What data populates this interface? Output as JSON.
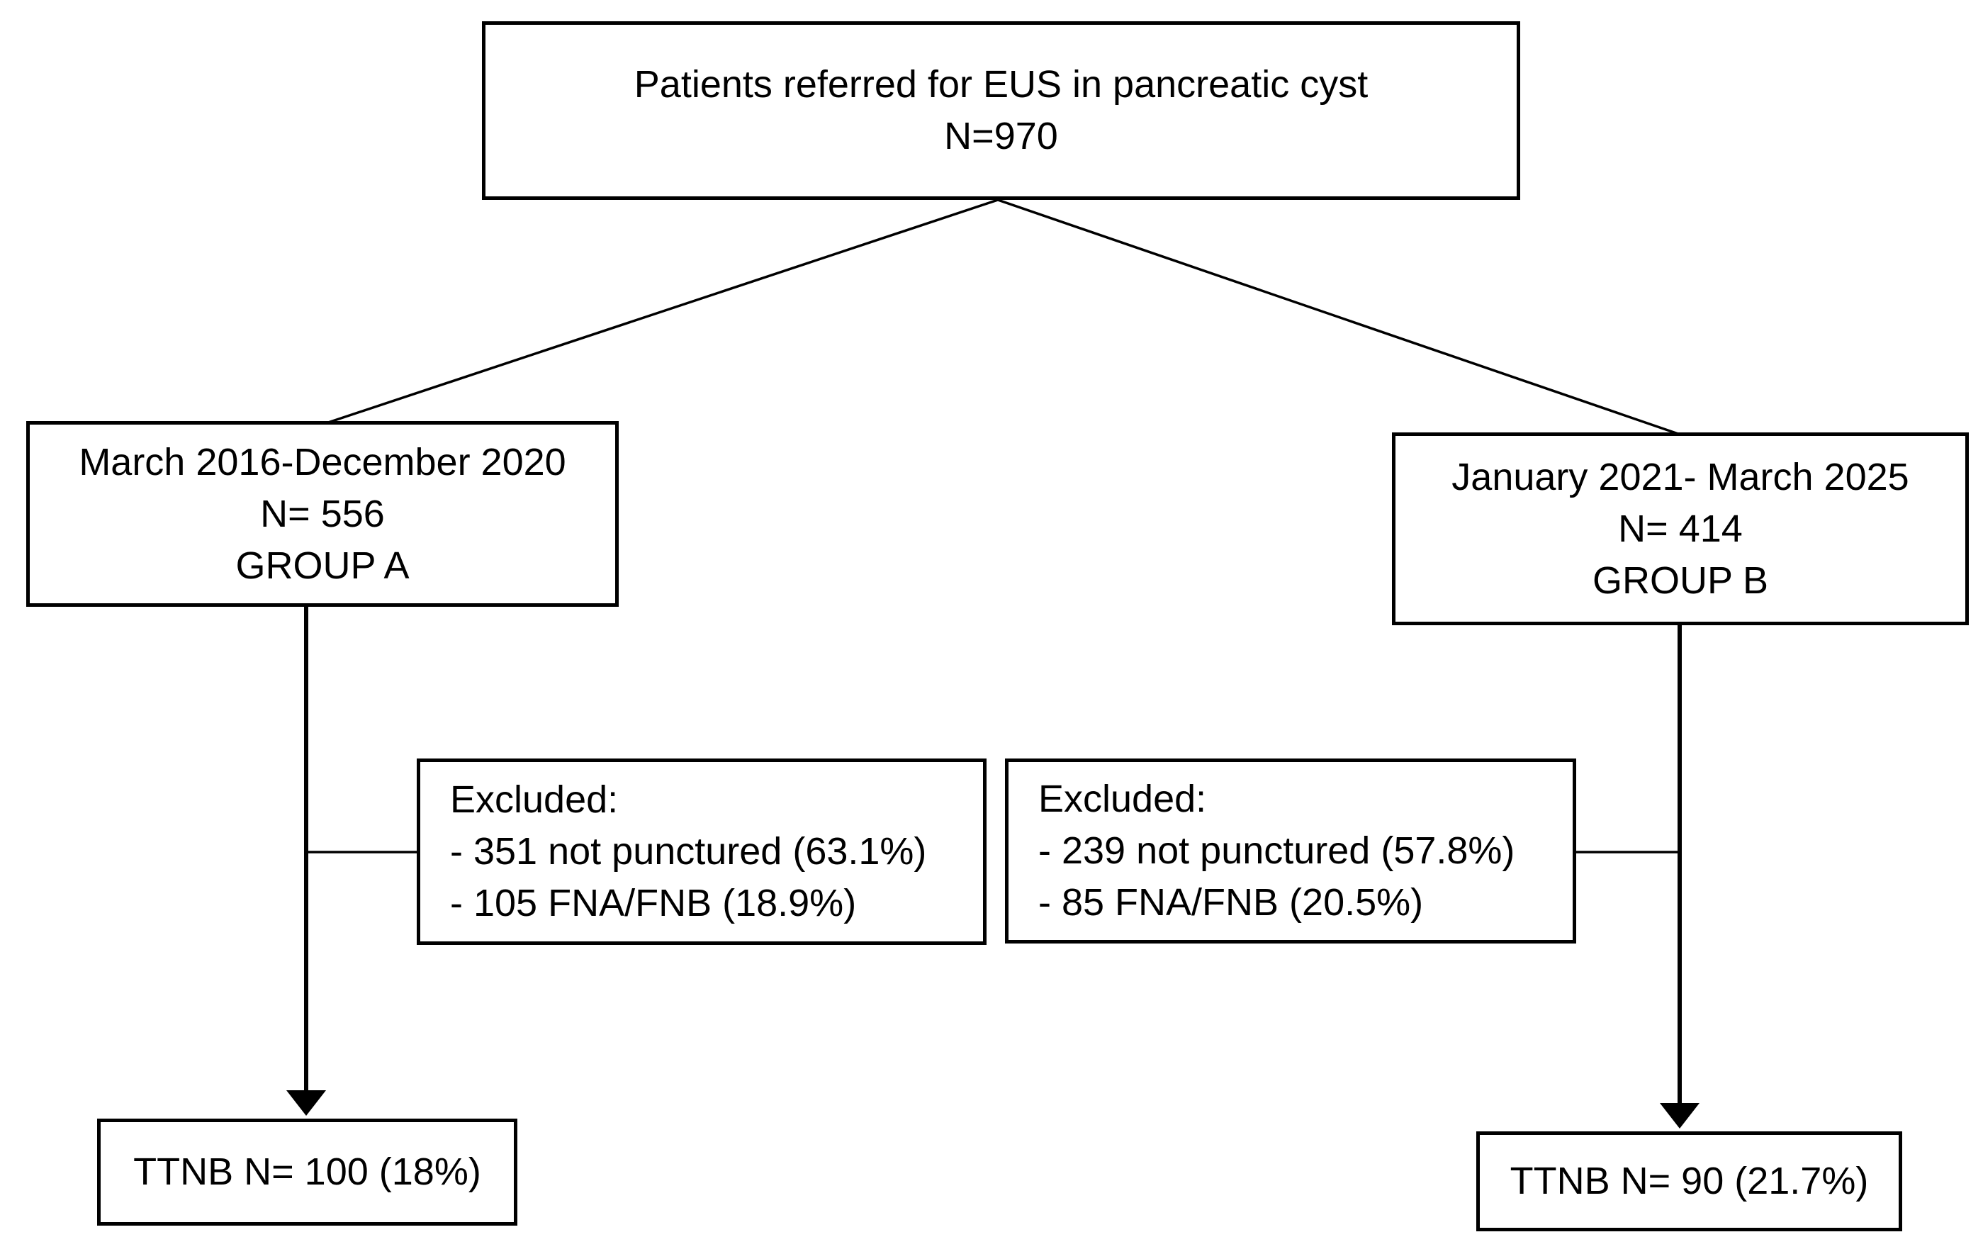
{
  "diagram": {
    "kind": "patient-flow-chart",
    "colors": {
      "background": "#ffffff",
      "line": "#000000",
      "text": "#000000"
    },
    "nodes": {
      "root": {
        "lines": [
          "Patients referred for EUS in pancreatic cyst",
          "N=970"
        ]
      },
      "group_a": {
        "lines": [
          "March 2016-December 2020",
          "N= 556",
          "GROUP A"
        ]
      },
      "group_b": {
        "lines": [
          "January 2021- March 2025",
          "N= 414",
          "GROUP B"
        ]
      },
      "excluded_a": {
        "lines": [
          "Excluded:",
          "- 351 not punctured (63.1%)",
          "- 105 FNA/FNB (18.9%)"
        ]
      },
      "excluded_b": {
        "lines": [
          "Excluded:",
          "- 239 not punctured (57.8%)",
          "- 85 FNA/FNB (20.5%)"
        ]
      },
      "ttnb_a": {
        "lines": [
          "TTNB N= 100 (18%)"
        ]
      },
      "ttnb_b": {
        "lines": [
          "TTNB N= 90 (21.7%)"
        ]
      }
    }
  }
}
